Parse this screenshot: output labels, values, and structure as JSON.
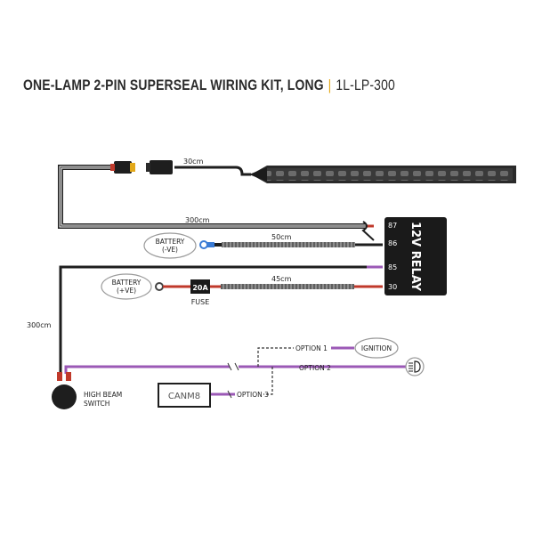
{
  "header": {
    "title": "ONE-LAMP 2-PIN SUPERSEAL WIRING KIT, LONG",
    "separator": "|",
    "code": "1L-LP-300"
  },
  "colors": {
    "black_wire": "#1e1e1e",
    "purple_wire": "#9b59b6",
    "red_wire": "#c0392b",
    "relay_body": "#1a1a1a",
    "accent": "#e3a91a",
    "dashed": "#333333"
  },
  "labels": {
    "len_30cm": "30cm",
    "len_300cm_top": "300cm",
    "len_50cm": "50cm",
    "len_45cm": "45cm",
    "len_300cm_left": "300cm",
    "battery_neg_1": "BATTERY",
    "battery_neg_2": "(-VE)",
    "battery_pos_1": "BATTERY",
    "battery_pos_2": "(+VE)",
    "fuse_value": "20A",
    "fuse_label": "FUSE",
    "relay_title": "12V RELAY",
    "pin_87": "87",
    "pin_86": "86",
    "pin_85": "85",
    "pin_30": "30",
    "option_1": "OPTION 1",
    "option_2": "OPTION 2",
    "option_3": "OPTION 3",
    "ignition": "IGNITION",
    "canm8": "CANM8",
    "switch_1": "HIGH BEAM",
    "switch_2": "SWITCH"
  },
  "icons": {
    "headlight": "high-beam-icon"
  }
}
